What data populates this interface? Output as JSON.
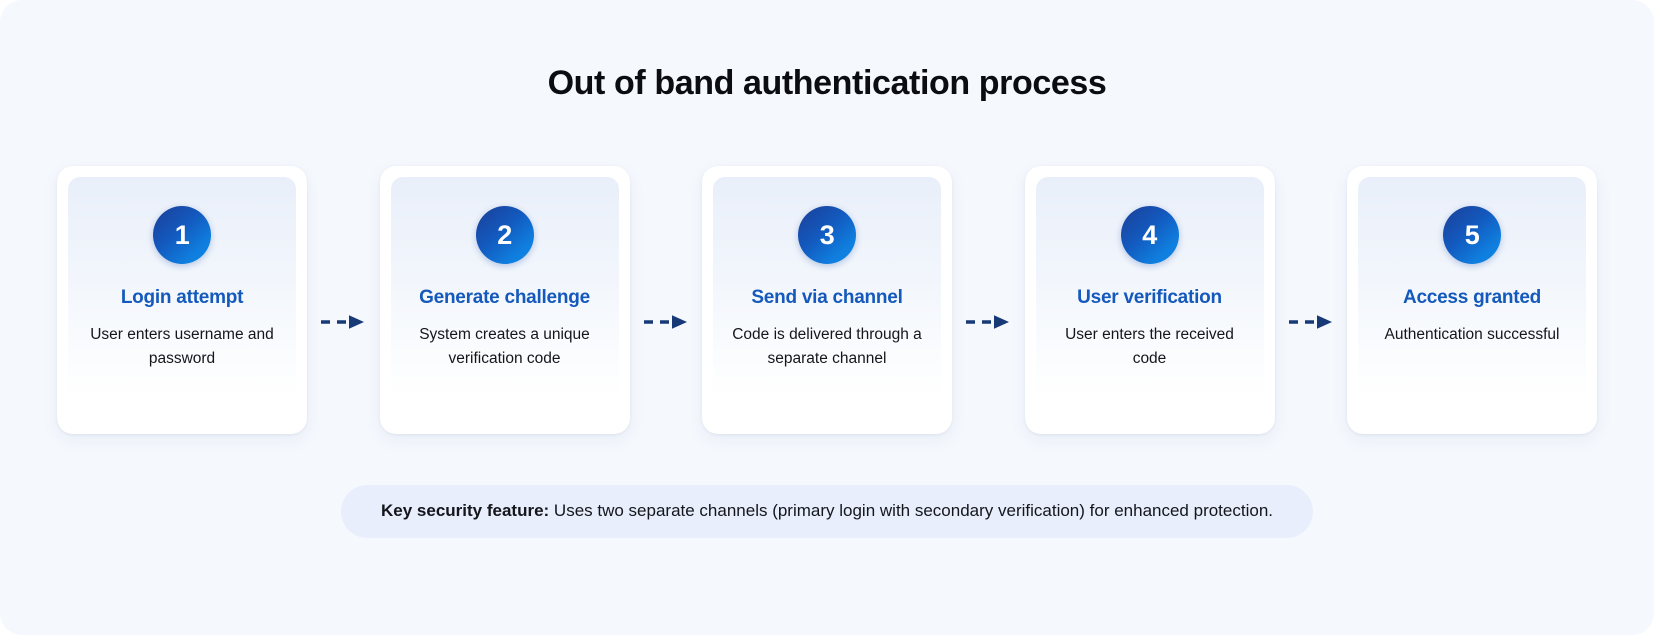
{
  "page": {
    "background_color": "#f5f8fd",
    "title": "Out of band authentication process"
  },
  "theme": {
    "accent_blue": "#1459bb",
    "badge_gradient_from": "#1c3f96",
    "badge_gradient_to": "#1086e6",
    "arrow_color": "#173a77",
    "card_background": "#ffffff",
    "card_inner_gradient_from": "#e9effa",
    "card_inner_gradient_to": "#ffffff",
    "footer_background": "#e8eefb",
    "text_color": "#14161c"
  },
  "steps": [
    {
      "number": "1",
      "title": "Login attempt",
      "description": "User enters username and password"
    },
    {
      "number": "2",
      "title": "Generate challenge",
      "description": "System creates a unique verification code"
    },
    {
      "number": "3",
      "title": "Send via channel",
      "description": "Code is delivered through a separate channel"
    },
    {
      "number": "4",
      "title": "User verification",
      "description": "User enters the received code"
    },
    {
      "number": "5",
      "title": "Access granted",
      "description": "Authentication successful"
    }
  ],
  "connectors": [
    {
      "icon": "dashed-arrow-right-icon"
    },
    {
      "icon": "dashed-arrow-right-icon"
    },
    {
      "icon": "dashed-arrow-right-icon"
    },
    {
      "icon": "dashed-arrow-right-icon"
    }
  ],
  "footer": {
    "label": "Key security feature:",
    "text": " Uses two separate channels (primary login with secondary verification) for enhanced protection."
  }
}
